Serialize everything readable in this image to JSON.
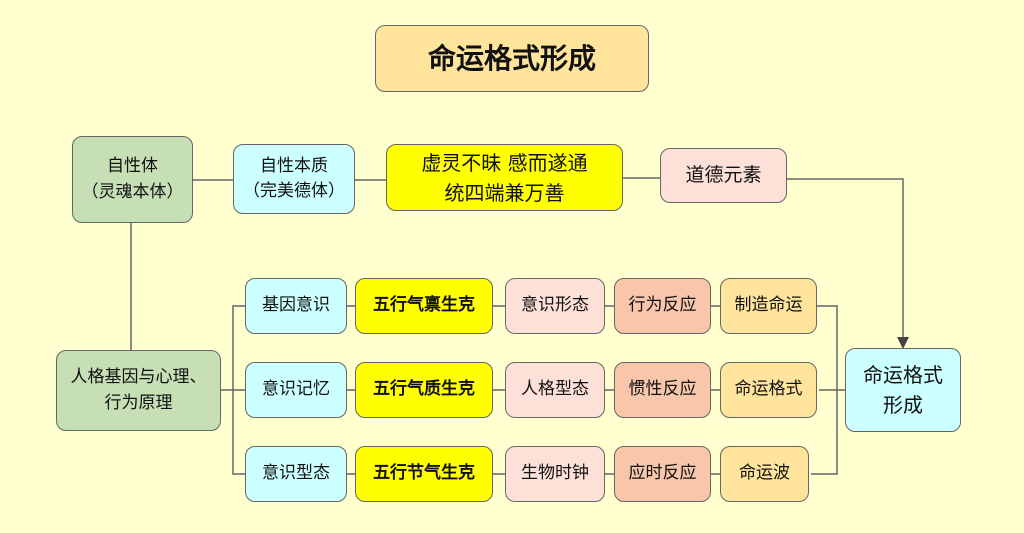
{
  "title": "命运格式形成",
  "top_row": {
    "self_body": [
      "自性体",
      "（灵魂本体）"
    ],
    "self_nature": [
      "自性本质",
      "（完美德体）"
    ],
    "virtue_desc": [
      "虚灵不昧  感而遂通",
      "统四端兼万善"
    ],
    "moral_elements": "道德元素"
  },
  "personality": [
    "人格基因与心理、",
    "行为原理"
  ],
  "rows": [
    [
      "基因意识",
      "五行气禀生克",
      "意识形态",
      "行为反应",
      "制造命运"
    ],
    [
      "意识记忆",
      "五行气质生克",
      "人格型态",
      "惯性反应",
      "命运格式"
    ],
    [
      "意识型态",
      "五行节气生克",
      "生物时钟",
      "应时反应",
      "命运波"
    ]
  ],
  "result": [
    "命运格式",
    "形成"
  ]
}
